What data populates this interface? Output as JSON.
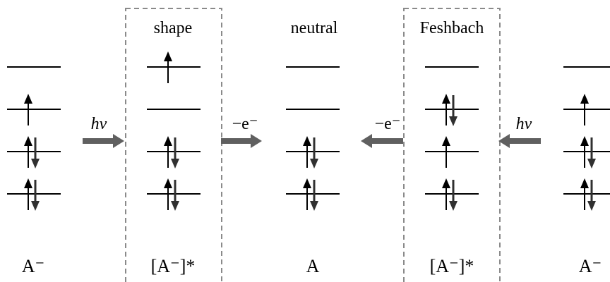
{
  "columns": [
    {
      "id": "anion-left",
      "header": "",
      "label": "A⁻",
      "levels": [
        "empty",
        "single",
        "pair",
        "pair"
      ]
    },
    {
      "id": "shape",
      "header": "shape",
      "label": "[A⁻]*",
      "levels": [
        "single",
        "empty",
        "pair",
        "pair"
      ]
    },
    {
      "id": "neutral",
      "header": "neutral",
      "label": "A",
      "levels": [
        "empty",
        "empty",
        "pair",
        "pair"
      ]
    },
    {
      "id": "feshbach",
      "header": "Feshbach",
      "label": "[A⁻]*",
      "levels": [
        "empty",
        "pair",
        "single",
        "pair"
      ]
    },
    {
      "id": "anion-right",
      "header": "",
      "label": "A⁻",
      "levels": [
        "empty",
        "single",
        "pair",
        "pair"
      ]
    }
  ],
  "arrows": [
    {
      "id": "photon-left",
      "label": "hv",
      "direction": "right"
    },
    {
      "id": "electron-loss-left",
      "label": "−e⁻",
      "direction": "right"
    },
    {
      "id": "electron-loss-right",
      "label": "−e⁻",
      "direction": "left"
    },
    {
      "id": "photon-right",
      "label": "hv",
      "direction": "left"
    }
  ],
  "colors": {
    "arrow": "#606060",
    "box": "#8a8a8a",
    "level": "#000000"
  }
}
